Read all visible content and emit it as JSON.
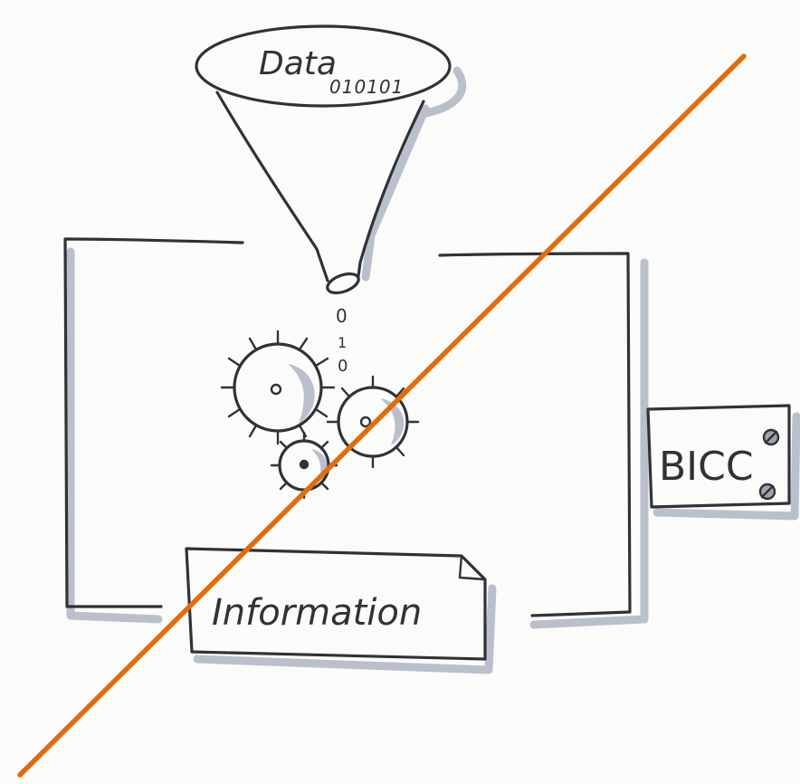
{
  "funnel": {
    "label": "Data",
    "bits": "010101",
    "dropping_bits": [
      "0",
      "1",
      "0"
    ]
  },
  "document": {
    "label": "Information"
  },
  "device": {
    "label": "BICC"
  },
  "colors": {
    "ink": "#2f3236",
    "shadow": "#b9c0cc",
    "strike": "#e36c0a",
    "paper": "#fbfbfa"
  },
  "icons": [
    "funnel-icon",
    "gear-icon",
    "document-icon",
    "device-icon",
    "strike-line"
  ]
}
